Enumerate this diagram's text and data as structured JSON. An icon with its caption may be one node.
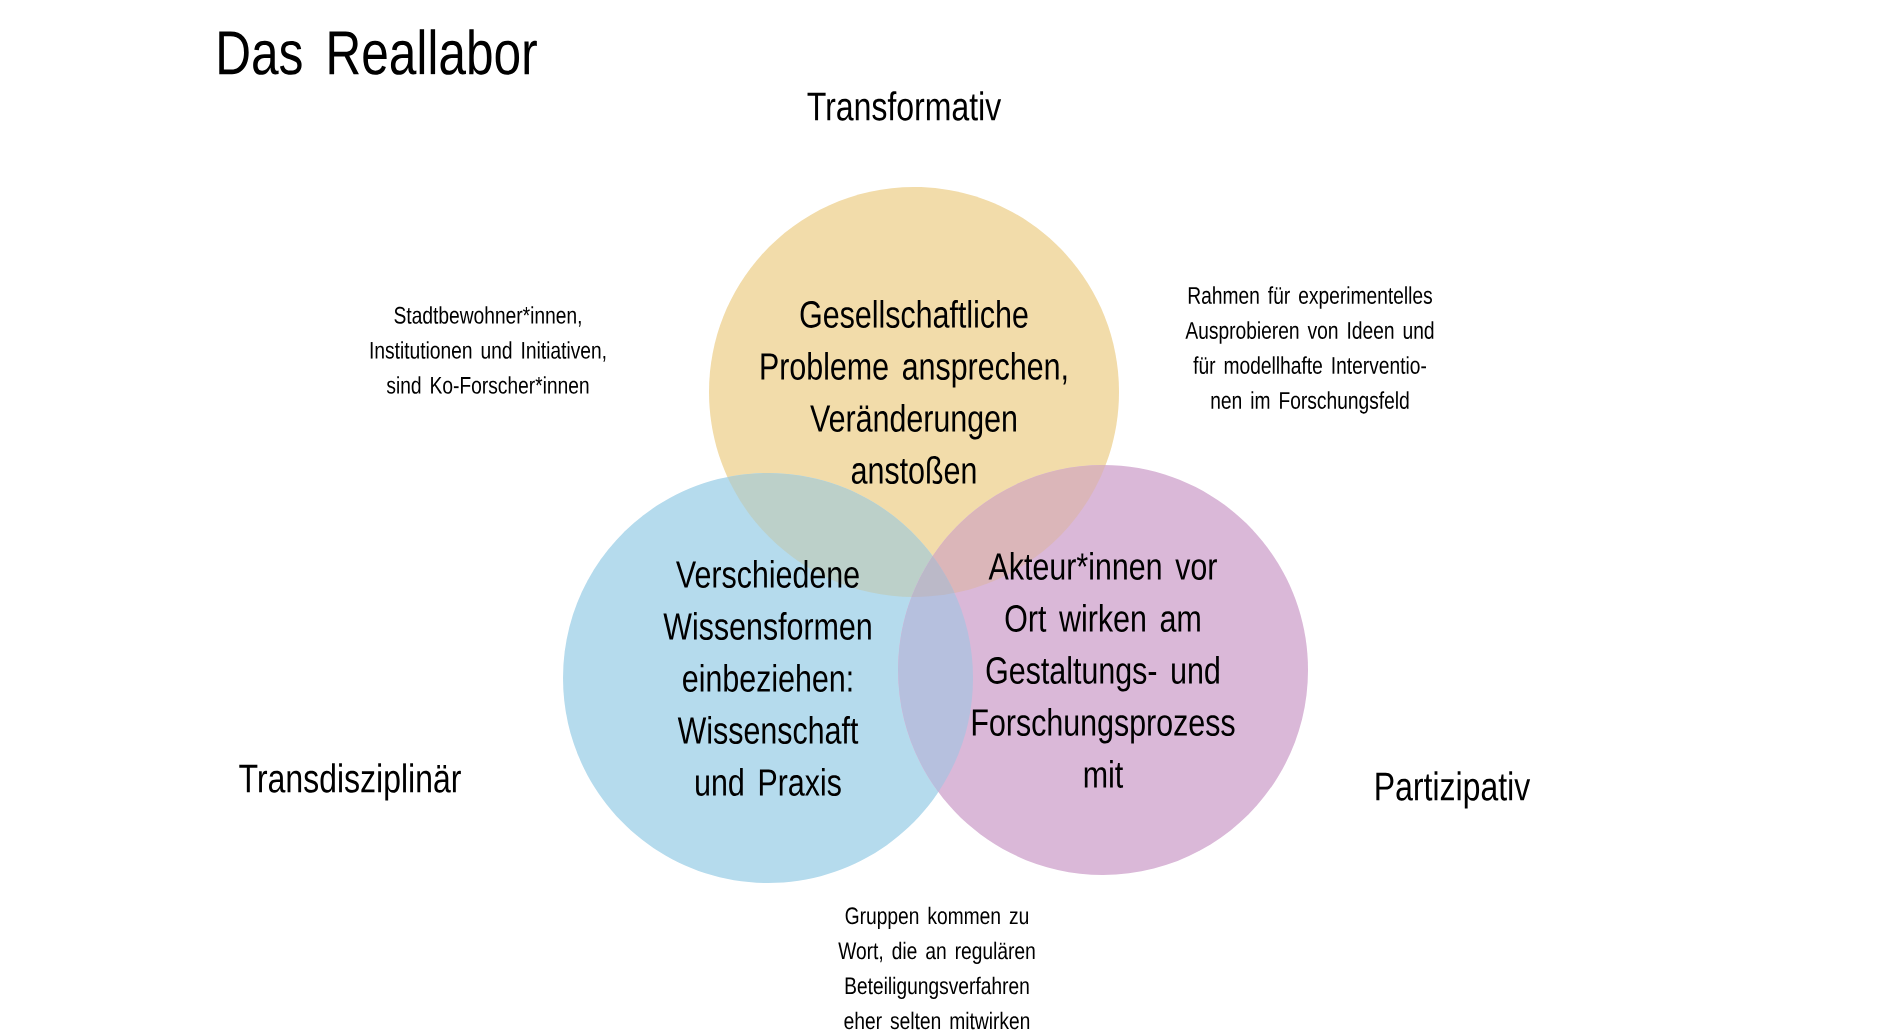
{
  "diagram": {
    "title": "Das Reallabor",
    "nodes": [
      {
        "text": [
          "Gesellschaftliche Probleme ansprechen, Veränderungen anstoßen"
        ],
        "beside": [
          "Transformativ"
        ]
      },
      {
        "text": [
          "Verschiedene Wissensformen einbeziehen: Wissenschaft und Praxis"
        ],
        "beside": [
          "Transdisziplinär"
        ]
      },
      {
        "text": [
          "Akteur*innen vor Ort wirken am Gestaltungs- und Forschungsprozess mit"
        ],
        "beside": [
          "Partizipativ"
        ]
      }
    ],
    "labels": [
      "Stadtbewohner*innen, Institutionen und Initiativen, sind Ko-Forscher*innen",
      "Rahmen für experimentelles Ausprobieren von Ideen und für modellhafte Interventio- nen im Forschungsfeld",
      "Gruppen kommen zu Wort, die an regulären Beteiligungsverfahren eher selten mitwirken"
    ]
  }
}
